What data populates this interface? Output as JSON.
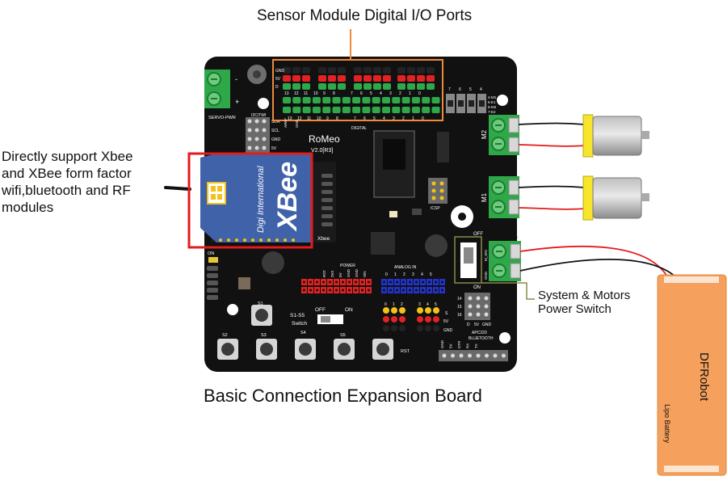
{
  "callouts": {
    "sensor_ports": "Sensor Module Digital I/O Ports",
    "xbee_support": [
      "Directly support Xbee",
      "and XBee form factor",
      "wifi,bluetooth and RF",
      "modules"
    ],
    "power_switch": [
      "System & Motors",
      "Power Switch"
    ],
    "board_caption": "Basic Connection Expansion Board"
  },
  "board": {
    "name": "RoMeo",
    "version": "V2.0[R3]",
    "servo_pwr": "SERVO-PWR",
    "i2c": "I2C/TWI",
    "i2c_pins": [
      "SDA",
      "SCL",
      "GND",
      "5V"
    ],
    "rail_labels": [
      "GND",
      "5V",
      "D"
    ],
    "digital": "DIGITAL",
    "aref_gnd": [
      "AREF",
      "GND"
    ],
    "top_pin_numbers": [
      "13",
      "12",
      "11",
      "10",
      "9",
      "8",
      "7",
      "6",
      "5",
      "4",
      "3",
      "2",
      "1",
      "0"
    ],
    "motor_jumper_numbers": [
      "7",
      "6",
      "5",
      "4"
    ],
    "motor_jumper_labels": [
      "4-M1",
      "5-E1",
      "6-M2",
      "7-E2"
    ],
    "icsp": "ICSP",
    "off": "OFF",
    "on": "ON",
    "m2": "M2",
    "m1": "M1",
    "m_vin": "M_VIN",
    "gnd": "GND",
    "power": "POWER",
    "power_pins": [
      "RST",
      "3V3",
      "5V",
      "GND",
      "GND",
      "VIN"
    ],
    "analog_in": "ANALOG IN",
    "analog_numbers": [
      "0",
      "1",
      "2",
      "3",
      "4",
      "5"
    ],
    "switch_label": [
      "S1-S5",
      "Switch"
    ],
    "buttons": [
      "S1",
      "S2",
      "S3",
      "S4",
      "S5",
      "RST"
    ],
    "bottom_header_nums": [
      "0",
      "1",
      "2",
      "3",
      "4",
      "5"
    ],
    "side_header_labels": [
      "S",
      "5V",
      "GND"
    ],
    "bt_labels": [
      "D",
      "5V",
      "GND"
    ],
    "bt_nums": [
      "14",
      "15",
      "16"
    ],
    "apc": "APC220",
    "bluetooth": "BLUETOOTH",
    "uart_pins": [
      "GND",
      "5V",
      "DTR",
      "RX",
      "TX"
    ],
    "xbee_logo": "XBee",
    "xbee_brand": "Digi International",
    "xbee_label": "Xbee"
  },
  "battery": {
    "brand": "DFRobot",
    "type": "Lipo Battery"
  },
  "colors": {
    "board": "#111111",
    "xbee": "#3f62a8",
    "highlight_red": "#e41b1b",
    "callout_orange": "#ee8a3a",
    "terminal_green": "#2fa84a",
    "battery_orange": "#f5a05c",
    "motor_yellow": "#f6e52a",
    "header_red": "#e22222",
    "header_blue": "#2233cc",
    "header_yellow": "#f2c21a"
  }
}
